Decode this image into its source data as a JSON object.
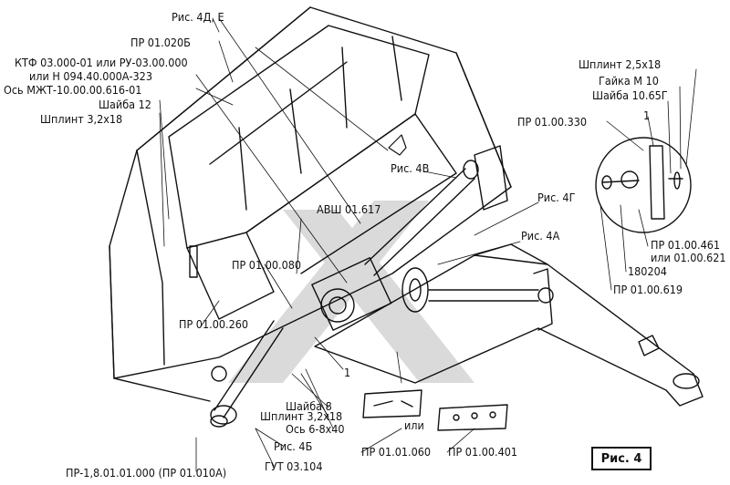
{
  "figure": {
    "caption": "Рис. 4"
  },
  "labels": {
    "ris_4de": "Рис. 4Д, Е",
    "pr_01_020b": "ПР 01.020Б",
    "ktf": "КТФ 03.000-01 или РУ-03.00.000",
    "ili_n": "или Н 094.40.000А-323",
    "os_mzht": "Ось МЖТ-10.00.00.616-01",
    "shayba_12": "Шайба 12",
    "shplint_32": "Шплинт 3,2х18",
    "ris_4v": "Рис. 4В",
    "avsh": "АВШ 01.617",
    "pr_01_00_080": "ПР 01.00.080",
    "ris_4g": "Рис. 4Г",
    "ris_4a": "Рис. 4А",
    "pr_01_00_260": "ПР 01.00.260",
    "shayba_8": "Шайба 8",
    "shplint_32b": "Шплинт 3,2х18",
    "os_6x40": "Ось 6-8х40",
    "ris_4b": "Рис. 4Б",
    "gut": "ГУТ 03.104",
    "pr_1_8": "ПР-1,8.01.01.000 (ПР 01.010А)",
    "pr_01_01_060": "ПР 01.01.060",
    "pr_01_00_401": "ПР 01.00.401",
    "ili_small": "или",
    "callout_1": "1",
    "callout_1b": "1",
    "shplint_25": "Шплинт 2,5х18",
    "gayka": "Гайка М 10",
    "shayba_10": "Шайба 10.65Г",
    "pr_01_00_330": "ПР 01.00.330",
    "pr_01_00_461": "ПР 01.00.461",
    "ili_621": "или 01.00.621",
    "n180204": "180204",
    "pr_01_00_619": "ПР 01.00.619"
  }
}
